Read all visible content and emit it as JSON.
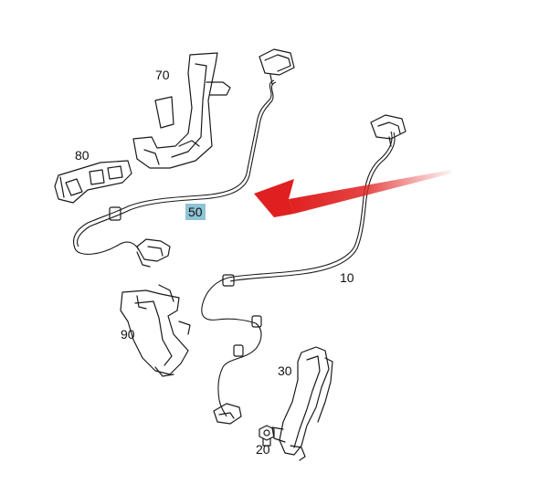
{
  "labels": {
    "p70": "70",
    "p80": "80",
    "p50": "50",
    "p10": "10",
    "p90": "90",
    "p30": "30",
    "p20": "20"
  },
  "colors": {
    "arrow": "#e02020",
    "highlight": "#8fc3d6",
    "line": "#1a1a1a"
  },
  "highlighted_part": "50"
}
